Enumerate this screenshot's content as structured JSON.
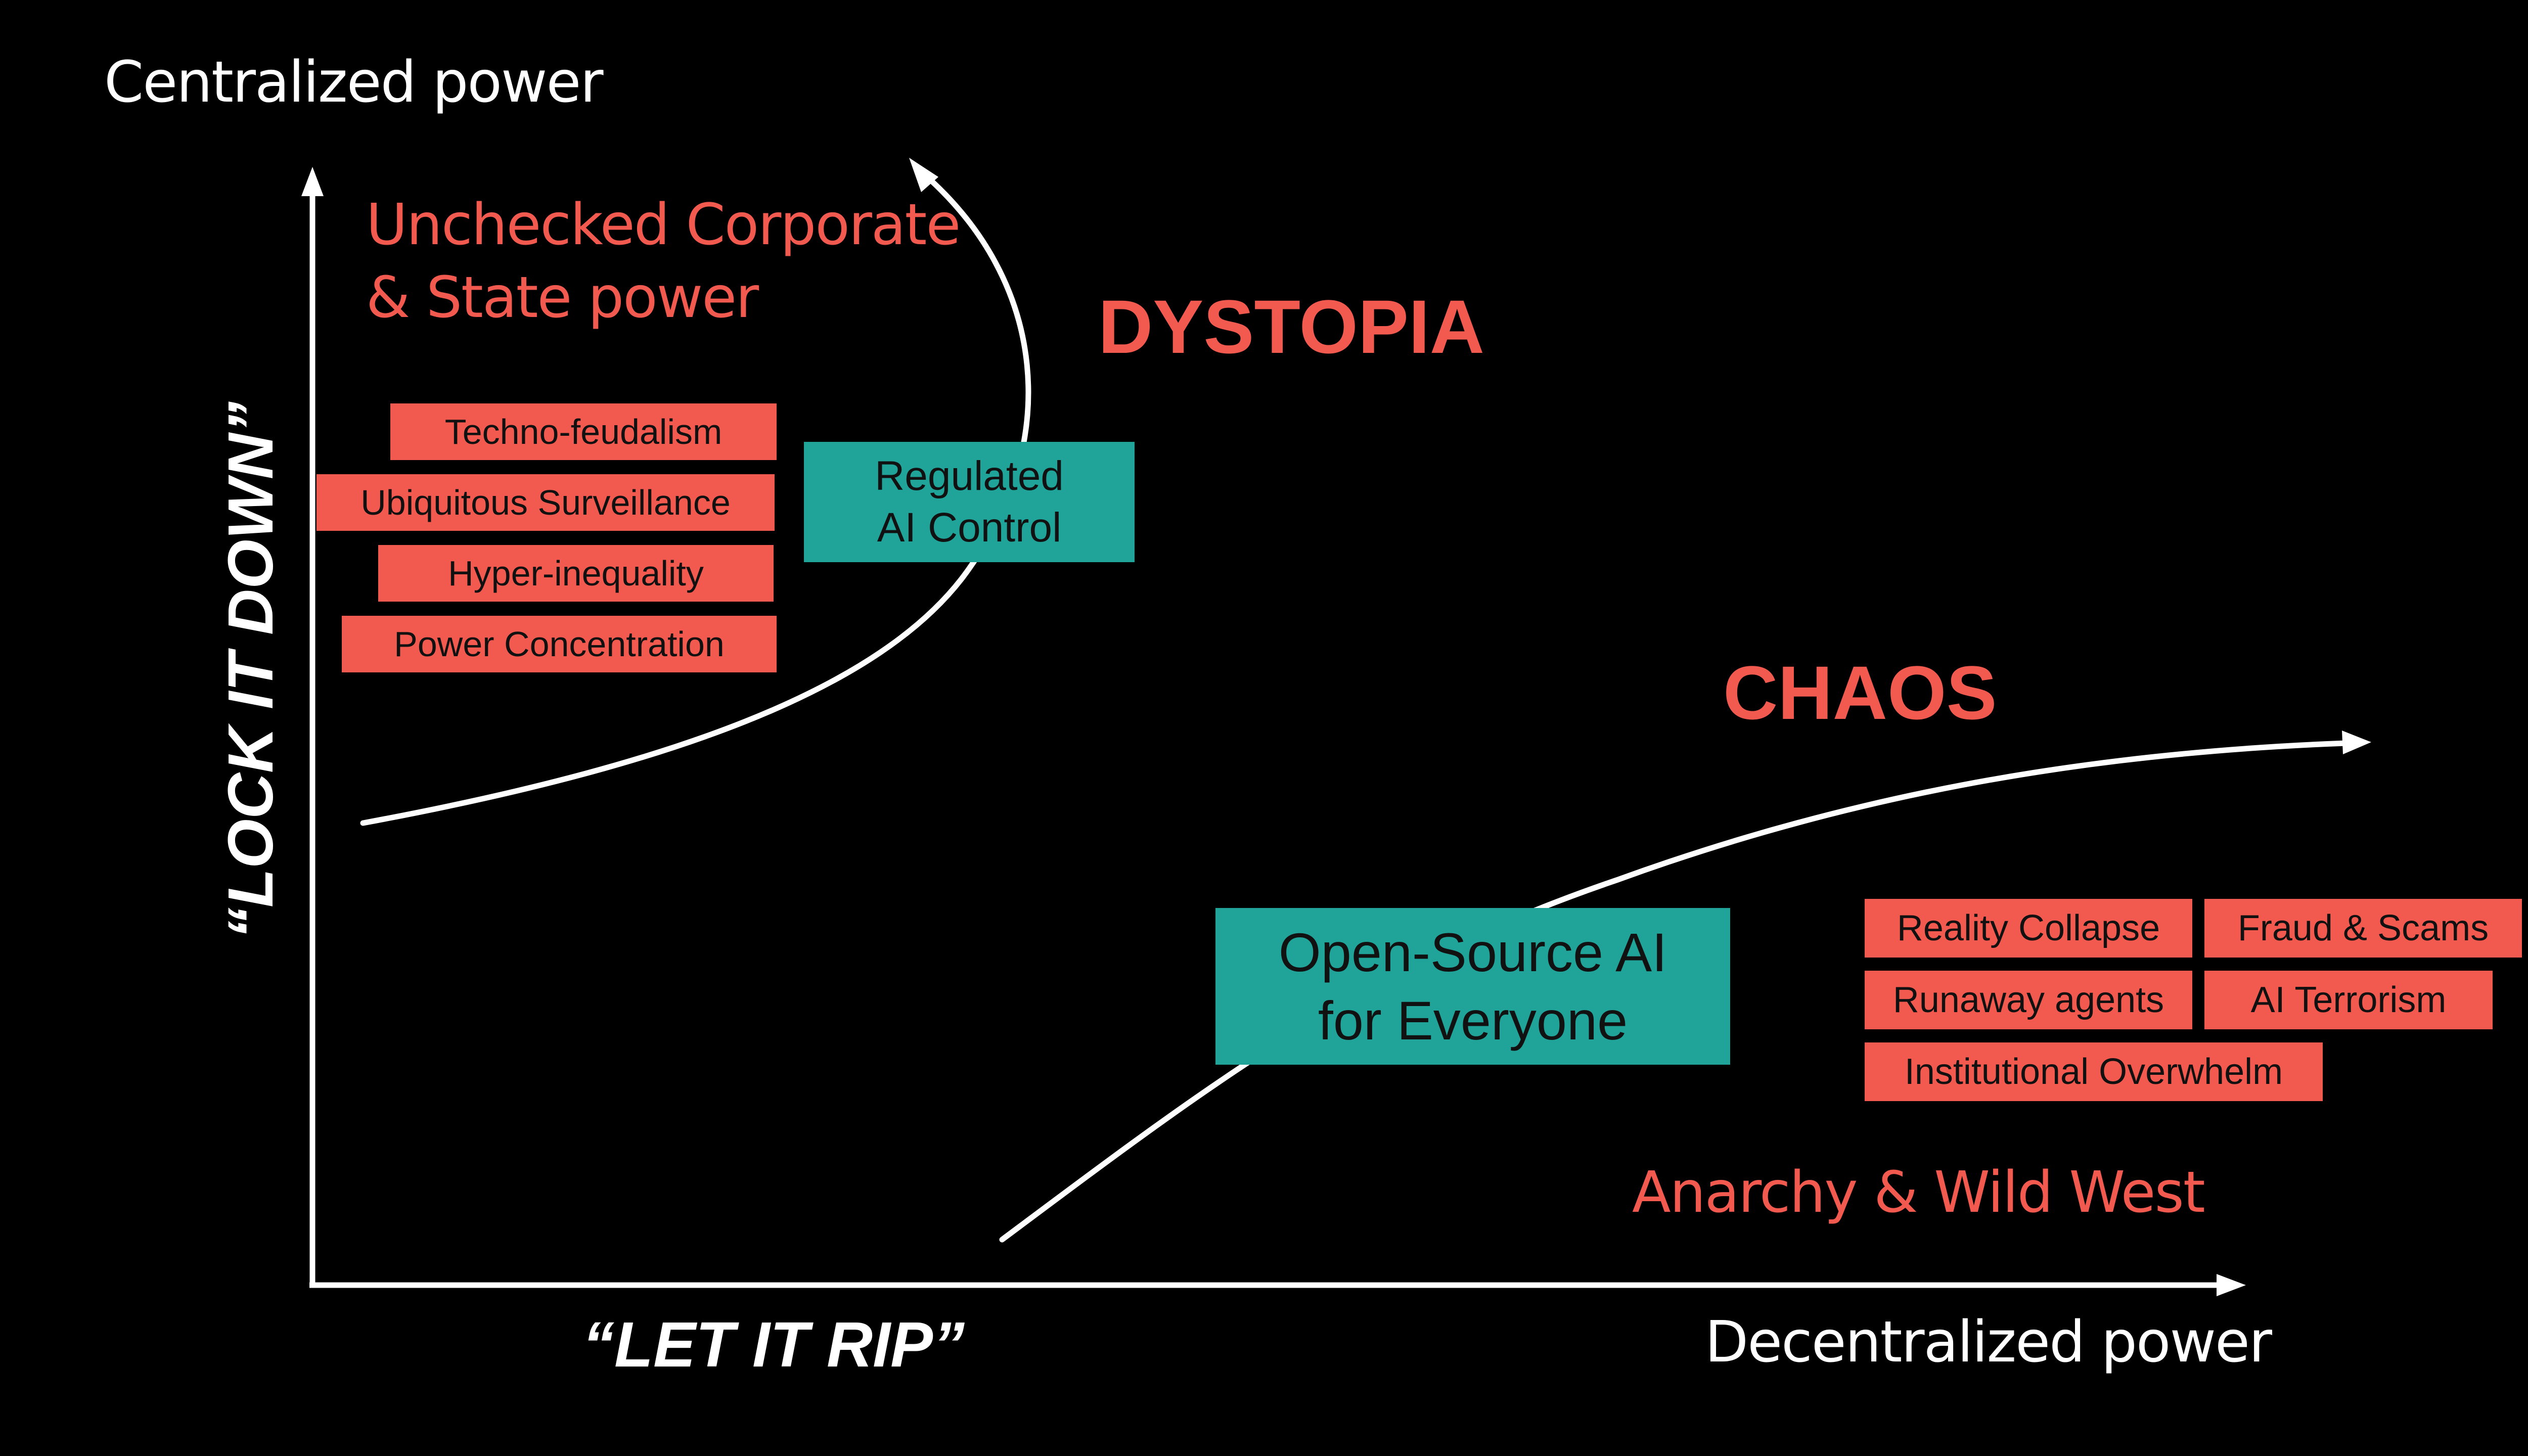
{
  "axes": {
    "y_title": "Centralized power",
    "x_title": "Decentralized power",
    "y_slogan": "“LOCK IT DOWN”",
    "x_slogan": "“LET IT RIP”"
  },
  "dystopia": {
    "heading": "DYSTOPIA",
    "region_line1": "Unchecked Corporate",
    "region_line2": "& State power",
    "risks": [
      "Techno-feudalism",
      "Ubiquitous Surveillance",
      "Hyper-inequality",
      "Power Concentration"
    ],
    "approach_line1": "Regulated",
    "approach_line2": "AI Control"
  },
  "chaos": {
    "heading": "CHAOS",
    "region": "Anarchy & Wild West",
    "risks": [
      "Reality Collapse",
      "Fraud & Scams",
      "Runaway agents",
      "AI Terrorism",
      "Institutional Overwhelm"
    ],
    "approach_line1": "Open-Source AI",
    "approach_line2": "for Everyone"
  },
  "colors": {
    "background": "#000000",
    "risk_red": "#f25a4f",
    "approach_teal": "#20a49a",
    "axis": "#ffffff"
  },
  "icons": [
    "y-axis-arrowhead",
    "x-axis-arrowhead",
    "dystopia-curve-arrowhead",
    "chaos-curve-arrowhead"
  ]
}
